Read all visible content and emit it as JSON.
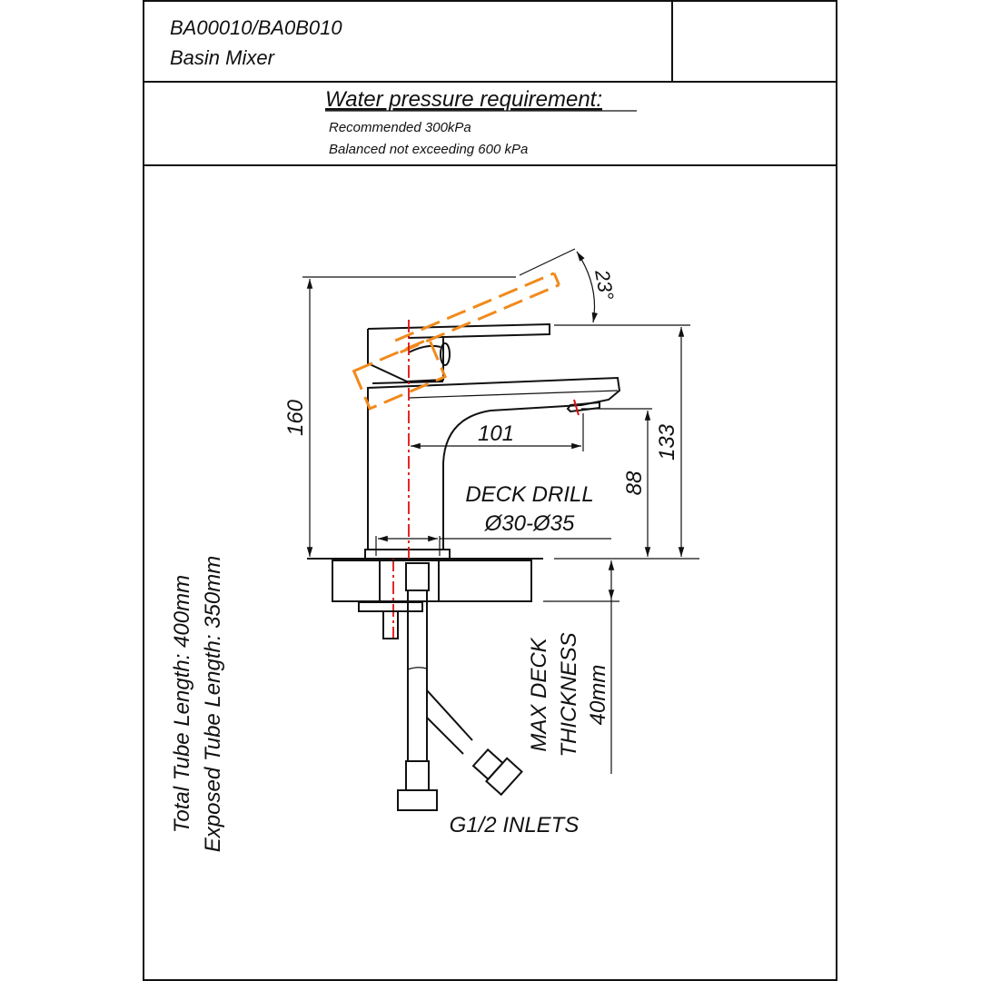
{
  "title_block": {
    "model_code": "BA00010/BA0B010",
    "product_name": "Basin Mixer"
  },
  "pressure": {
    "heading": "Water pressure requirement:",
    "recommended": "Recommended 300kPa",
    "balanced": "Balanced not exceeding 600 kPa"
  },
  "dimensions": {
    "height_total": "160",
    "height_handle": "133",
    "height_spout": "88",
    "reach": "101",
    "lever_angle": "23°",
    "deck_drill_label": "DECK DRILL",
    "deck_drill_size": "Ø30-Ø35",
    "max_deck_line1": "MAX DECK",
    "max_deck_line2": "THICKNESS",
    "max_deck_line3": "40mm",
    "inlets": "G1/2 INLETS",
    "tube_total": "Total Tube Length: 400mm",
    "tube_exposed": "Exposed Tube Length: 350mm"
  },
  "colors": {
    "line": "#111111",
    "hatch": "#22aa33",
    "centerline": "#e01010",
    "lever_alt": "#f08a1c"
  }
}
